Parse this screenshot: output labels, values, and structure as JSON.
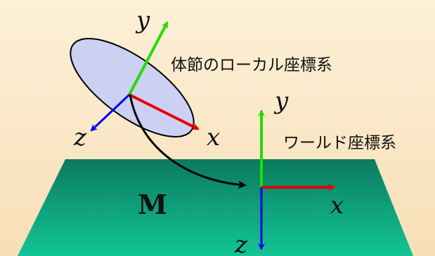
{
  "labels": {
    "local_frame": "体節のローカル座標系",
    "world_frame": "ワールド座標系",
    "plane": "M"
  },
  "axes": {
    "local": {
      "x": "x",
      "y": "y",
      "z": "z"
    },
    "world": {
      "x": "x",
      "y": "y",
      "z": "z"
    }
  },
  "colors": {
    "x_axis": "#e60000",
    "y_axis": "#22dd00",
    "z_axis": "#0000ee",
    "plane_top": "#0b7a5e",
    "plane_bottom": "#13c596",
    "ellipse_fill": "#ccd0f2",
    "background_top": "#fdf0d8",
    "background_bottom": "#f7dfb7"
  }
}
